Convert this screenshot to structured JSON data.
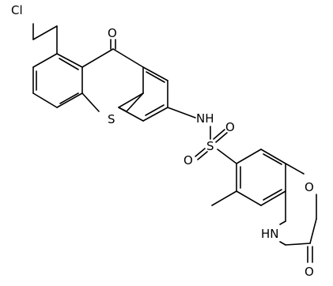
{
  "molecule": {
    "atom_labels": {
      "cl": "Cl",
      "o_ketone": "O",
      "s_ring": "S",
      "nh_sulfonamide": "NH",
      "s_sulfonyl": "S",
      "o_sulfonyl_upper": "O",
      "o_sulfonyl_lower": "O",
      "o_ring": "O",
      "nh_ring": "HN",
      "o_lactam": "O"
    }
  }
}
